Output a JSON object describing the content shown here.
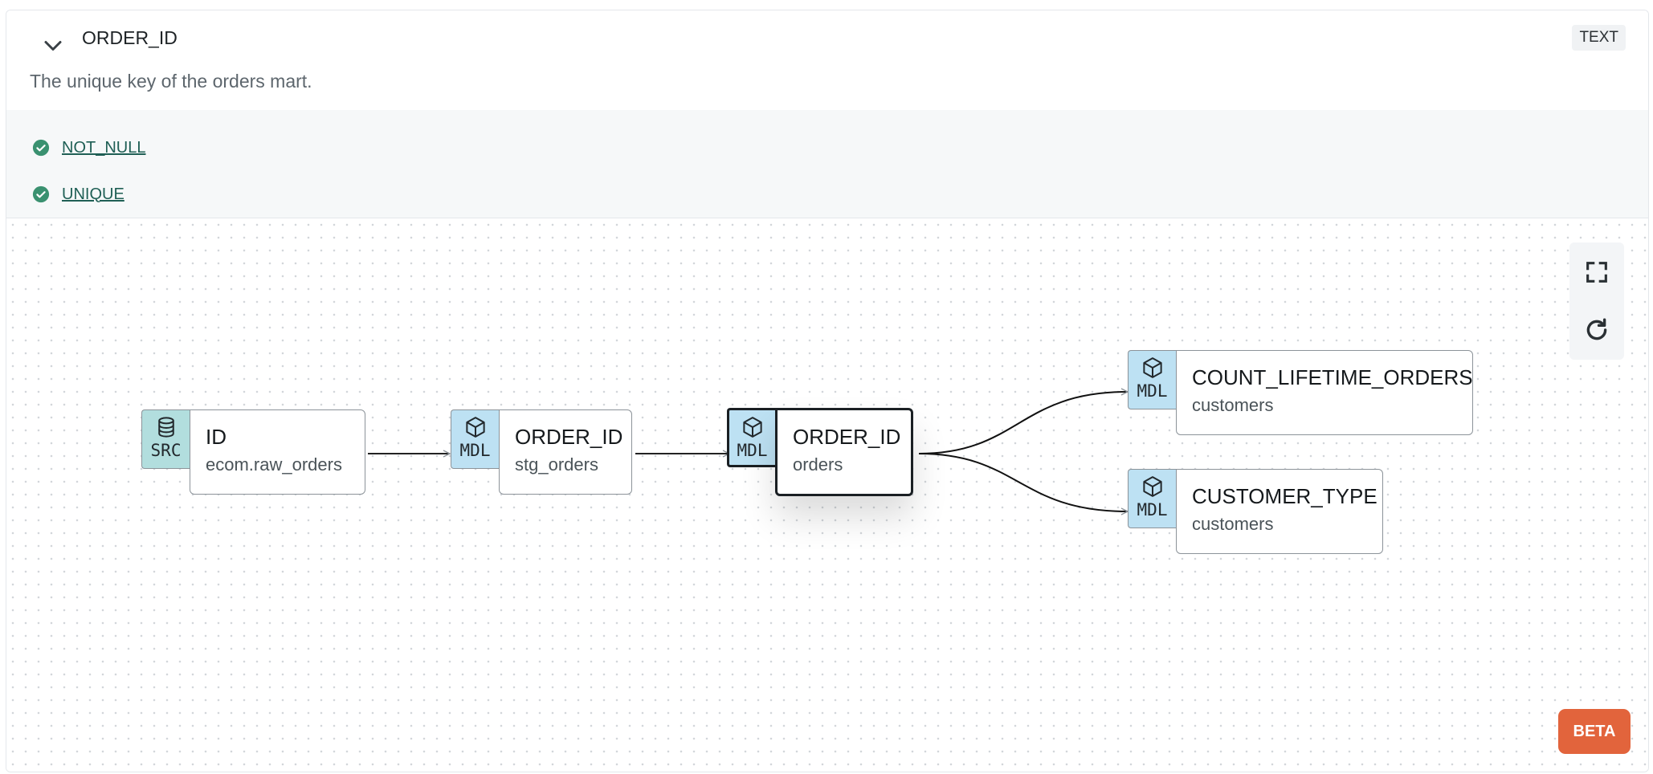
{
  "column": {
    "name": "ORDER_ID",
    "type": "TEXT",
    "description": "The unique key of the orders mart."
  },
  "tests": [
    {
      "name": "NOT_NULL",
      "status": "passed"
    },
    {
      "name": "UNIQUE",
      "status": "passed"
    }
  ],
  "lineage": {
    "nodes": [
      {
        "kind": "SRC",
        "icon": "database-icon",
        "name": "ID",
        "model": "ecom.raw_orders",
        "focus": false
      },
      {
        "kind": "MDL",
        "icon": "cube-icon",
        "name": "ORDER_ID",
        "model": "stg_orders",
        "focus": false
      },
      {
        "kind": "MDL",
        "icon": "cube-icon",
        "name": "ORDER_ID",
        "model": "orders",
        "focus": true
      },
      {
        "kind": "MDL",
        "icon": "cube-icon",
        "name": "COUNT_LIFETIME_ORDERS",
        "model": "customers",
        "focus": false
      },
      {
        "kind": "MDL",
        "icon": "cube-icon",
        "name": "CUSTOMER_TYPE",
        "model": "customers",
        "focus": false
      }
    ]
  },
  "controls": {
    "fullscreen_icon": "fullscreen-icon",
    "refresh_icon": "refresh-icon"
  },
  "badge": {
    "label": "BETA",
    "color": "#e2643c"
  },
  "colors": {
    "source_tag": "#b2dede",
    "model_tag": "#bde1f3",
    "test_pass": "#3a9170",
    "test_link": "#1f5f55"
  }
}
